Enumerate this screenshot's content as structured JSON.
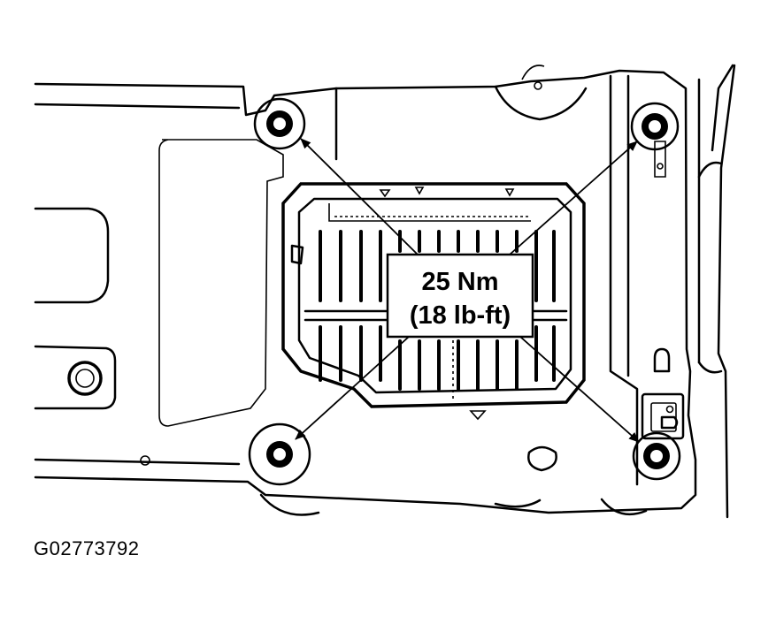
{
  "figure": {
    "id": "G02773792",
    "callout": {
      "torque_nm": "25 Nm",
      "torque_lbft": "(18 lb-ft)"
    },
    "fastener_count": 4,
    "icons": [
      "mounting-bolt-icon",
      "leader-arrow-icon"
    ]
  }
}
